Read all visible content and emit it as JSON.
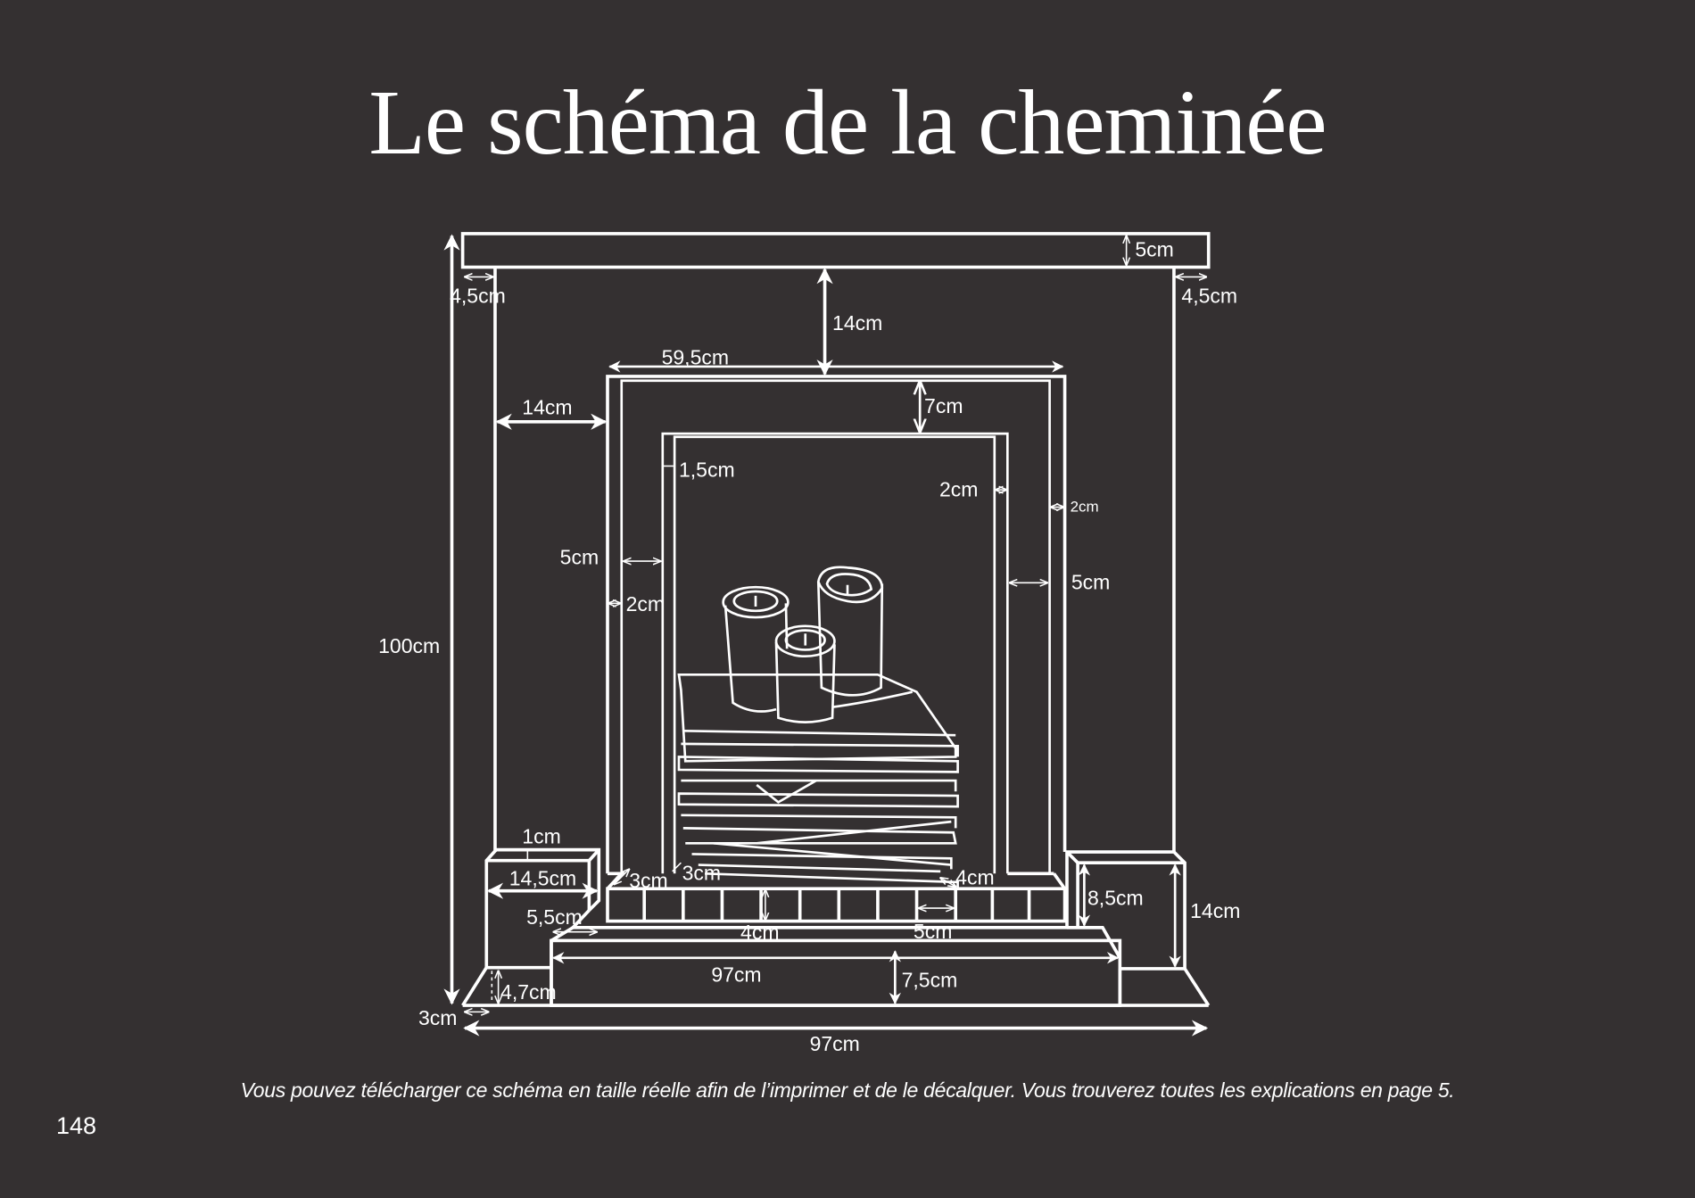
{
  "page": {
    "title": "Le schéma de la cheminée",
    "caption": "Vous pouvez télécharger ce schéma en taille réelle afin de l’imprimer et de le décalquer. Vous trouverez toutes les explications en page 5.",
    "page_number": "148",
    "colors": {
      "background": "#343031",
      "foreground": "#ffffff"
    }
  },
  "diagram": {
    "subject": "fireplace mantel with candles on stacked books",
    "dimensions": {
      "mantel_shelf_height": "5cm",
      "mantel_overhang_left": "4,5cm",
      "mantel_overhang_right": "4,5cm",
      "shelf_to_surround_gap": "14cm",
      "surround_width": "59,5cm",
      "side_panel_width": "14cm",
      "inner_top_band": "7cm",
      "inner_left_trim": "1,5cm",
      "inner_right_trim": "2cm",
      "outer_right_trim": "2cm",
      "left_jamb": "5cm",
      "left_outer_trim": "2cm",
      "right_jamb": "5cm",
      "total_height": "100cm",
      "plinth_offset": "1cm",
      "plinth_width": "14,5cm",
      "plinth_step": "5,5cm",
      "hearth_depth_left": "3cm",
      "hearth_depth_mid": "3cm",
      "hearth_depth_right": "4cm",
      "tile_height": "4cm",
      "tile_width": "5cm",
      "right_plinth_inner": "8,5cm",
      "right_plinth_height": "14cm",
      "hearth_width": "97cm",
      "hearth_height": "7,5cm",
      "base_height": "4,7cm",
      "base_bevel": "3cm",
      "total_width": "97cm"
    }
  }
}
